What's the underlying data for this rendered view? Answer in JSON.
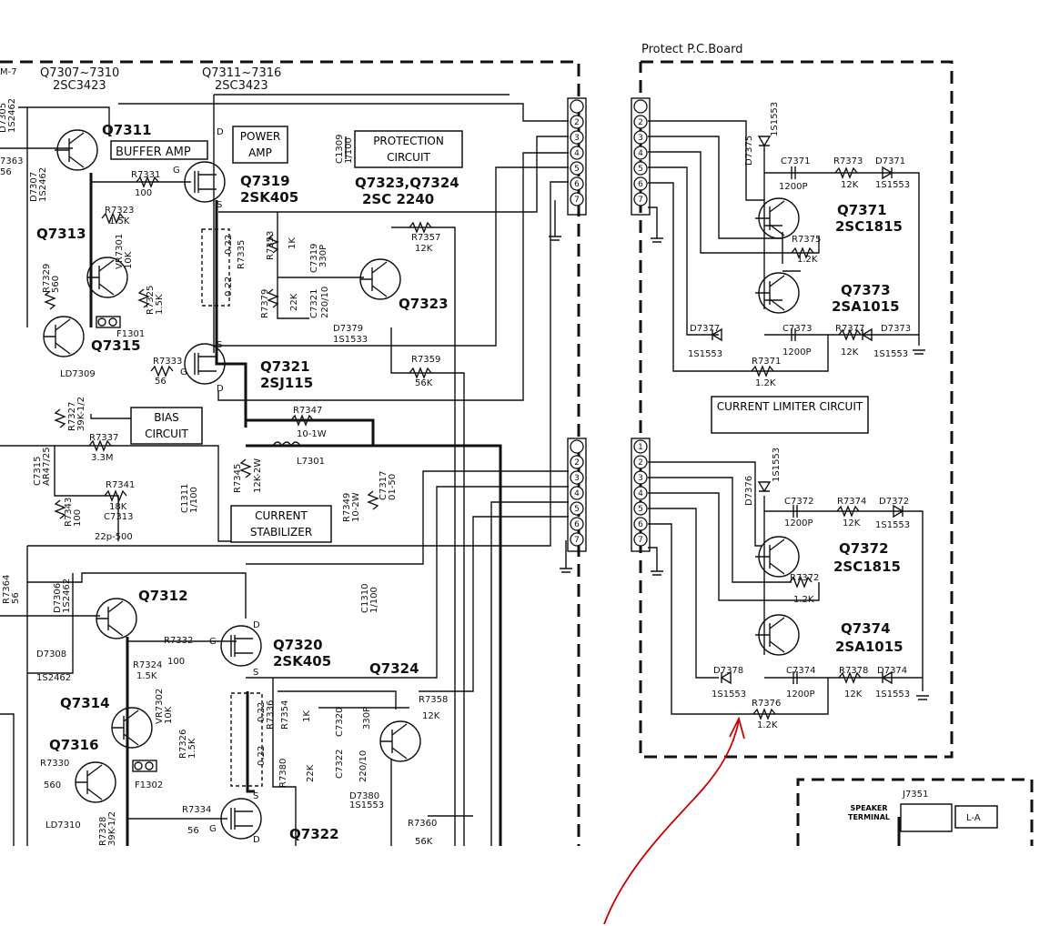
{
  "board_title": "Protect  P.C.Board",
  "tags": {
    "m7": "M-7",
    "q7307_range": "Q7307~7310",
    "q7307_type": "2SC3423",
    "q7311_range": "Q7311~7316",
    "q7311_type": "2SC3423",
    "buffer_amp": "BUFFER AMP",
    "power_amp": "POWER AMP",
    "protection_circuit": "PROTECTION CIRCUIT",
    "bias_circuit": "BIAS CIRCUIT",
    "current_stabilizer": "CURRENT STABILIZER",
    "current_limiter": "CURRENT LIMITER CIRCUIT",
    "speaker_terminal": "SPEAKER TERMINAL",
    "j7351": "J7351",
    "la": "L-A"
  },
  "upper": {
    "q7311": "Q7311",
    "q7313": "Q7313",
    "q7315": "Q7315",
    "q7319": "Q7319",
    "q7319_type": "2SK405",
    "q7321": "Q7321",
    "q7321_type": "2SJ115",
    "q7323_24": "Q7323,Q7324",
    "q7323_24_type": "2SC 2240",
    "q7323": "Q7323",
    "d7305": "D7305",
    "d7305_type": "1S2462",
    "d7307": "D7307",
    "d7307_type": "1S2462",
    "r7363": "7363",
    "r7363_val": "56",
    "r7331": "R7331",
    "r7331_val": "100",
    "r7323": "R7323",
    "r7323_val": "1.5K",
    "vr7301": "VR7301",
    "vr7301_val": "10K",
    "r7325": "R7325",
    "r7325_val": "1.5K",
    "r7329": "R7329",
    "r7329_val": "560",
    "f1301": "F1301",
    "r7333": "R7333",
    "r7333_val": "56",
    "ld7309": "LD7309",
    "r7327": "R7327",
    "r7327_val": "39K-1/2",
    "c1309": "C1309",
    "c1309_val": "1/100",
    "r7335": "R7335",
    "r7335_a": "0.22",
    "r7335_b": "0.22",
    "r7353": "R7353",
    "r7353_val": "1K",
    "c7319": "C7319",
    "c7319_val": "330P",
    "r7357": "R7357",
    "r7357_val": "12K",
    "r7379": "R7379",
    "r7379_val": "22K",
    "c7321": "C7321",
    "c7321_val": "220/10",
    "d7379": "D7379",
    "d7379_type": "1S1533",
    "r7359": "R7359",
    "r7359_val": "56K",
    "r7347": "R7347",
    "r7347_val": "10-1W",
    "l7301": "L7301",
    "r7337": "R7337",
    "r7337_val": "3.3M",
    "c7315": "C7315",
    "c7315_val": "AR47/25",
    "r7341": "R7341",
    "r7341_val": "18K",
    "c7313": "C7313",
    "c7313_val": "22p-500",
    "r7343": "R7343",
    "r7343_val": "100",
    "c1311": "C1311",
    "c1311_val": "1/100",
    "r7345": "R7345",
    "r7345_val": "12K-2W",
    "r7349": "R7349",
    "r7349_val": "10-2W",
    "c7317": "C7317",
    "c7317_val": "01-50"
  },
  "lower": {
    "r7364": "R7364",
    "r7364_val": "56",
    "d7306": "D7306",
    "d7306_type": "1S2462",
    "q7312": "Q7312",
    "d7308": "D7308",
    "d7308_type": "1S2462",
    "r7332": "R7332",
    "r7332_val": "100",
    "q7320": "Q7320",
    "q7320_type": "2SK405",
    "q7324": "Q7324",
    "c1310": "C1310",
    "c1310_val": "1/100",
    "q7314": "Q7314",
    "r7324": "R7324",
    "r7324_val": "1.5K",
    "vr7302": "VR7302",
    "vr7302_val": "10K",
    "r7326": "R7326",
    "r7326_val": "1.5K",
    "q7316": "Q7316",
    "r7330": "R7330",
    "r7330_val": "560",
    "f1302": "F1302",
    "ld7310": "LD7310",
    "r7328": "R7328",
    "r7328_val": "39K-1/2",
    "r7334": "R7334",
    "r7334_val": "56",
    "q7322": "Q7322",
    "r7336": "R7336",
    "r7336_a": "0.22",
    "r7336_b": "0.22",
    "r7354": "R7354",
    "r7354_val": "1K",
    "c7320": "C7320",
    "c7320_val": "330P",
    "r7358": "R7358",
    "r7358_val": "12K",
    "r7380": "R7380",
    "r7380_val": "22K",
    "c7322": "C7322",
    "c7322_val": "220/10",
    "d7380": "D7380",
    "d7380_type": "1S1553",
    "r7360": "R7360",
    "r7360_val": "56K"
  },
  "protect_upper": {
    "d7375": "D7375",
    "d7375_type": "1S1553",
    "c7371": "C7371",
    "c7371_val": "1200P",
    "r7373": "R7373",
    "r7373_val": "12K",
    "d7371": "D7371",
    "d7371_type": "1S1553",
    "q7371": "Q7371",
    "q7371_type": "2SC1815",
    "r7375": "R7375",
    "r7375_val": "1.2K",
    "q7373": "Q7373",
    "q7373_type": "2SA1015",
    "d7377": "D7377",
    "d7377_type": "1S1553",
    "c7373": "C7373",
    "c7373_val": "1200P",
    "r7377": "R7377",
    "r7377_val": "12K",
    "d7373": "D7373",
    "d7373_type": "1S1553",
    "r7371": "R7371",
    "r7371_val": "1.2K"
  },
  "protect_lower": {
    "d7376": "D7376",
    "d7376_type": "1S1553",
    "c7372": "C7372",
    "c7372_val": "1200P",
    "r7374": "R7374",
    "r7374_val": "12K",
    "d7372": "D7372",
    "d7372_type": "1S1553",
    "q7372": "Q7372",
    "q7372_type": "2SC1815",
    "r7372": "R7372",
    "r7372_val": "1.2K",
    "q7374": "Q7374",
    "q7374_type": "2SA1015",
    "d7378": "D7378",
    "d7378_type": "1S1553",
    "c7374": "C7374",
    "c7374_val": "1200P",
    "r7378": "R7378",
    "r7378_val": "12K",
    "d7374": "D7374",
    "d7374_type": "1S1553",
    "r7376": "R7376",
    "r7376_val": "1.2K"
  },
  "connector_pins": [
    "1",
    "2",
    "3",
    "4",
    "5",
    "6",
    "7"
  ],
  "mosfet_pins": {
    "d": "D",
    "g": "G",
    "s": "S"
  },
  "annotation_color": "#cc0000"
}
